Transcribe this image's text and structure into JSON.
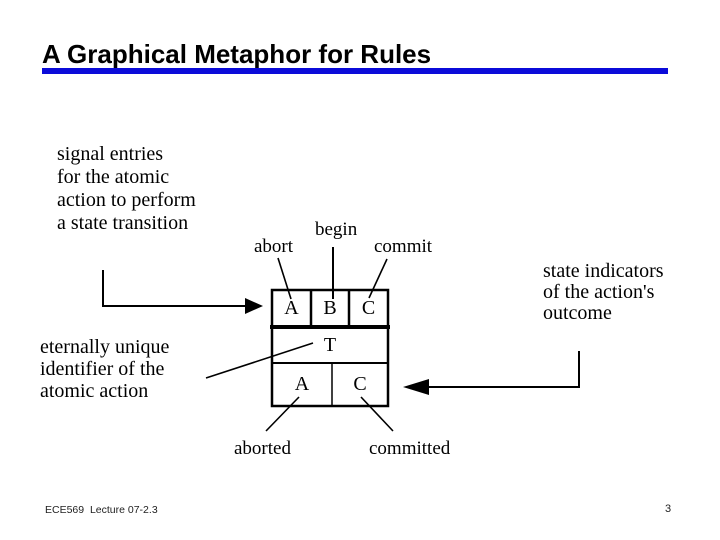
{
  "slide": {
    "title": "A Graphical Metaphor for Rules",
    "accent_color": "#0b0bd9",
    "footer": {
      "course": "ECE569  Lecture 07-2.3",
      "page": "3"
    }
  },
  "diagram": {
    "signal_note": [
      "signal entries",
      "for the atomic",
      "action to perform",
      "a state transition"
    ],
    "identifier_note": [
      "eternally unique",
      "identifier of the",
      "atomic action"
    ],
    "outcome_note": [
      "state indicators",
      "of the action's",
      "outcome"
    ],
    "top_labels": {
      "abort": "abort",
      "begin": "begin",
      "commit": "commit"
    },
    "bottom_labels": {
      "aborted": "aborted",
      "committed": "committed"
    },
    "box": {
      "top_row": [
        "A",
        "B",
        "C"
      ],
      "middle_row": "T",
      "bottom_row": [
        "A",
        "C"
      ]
    }
  }
}
